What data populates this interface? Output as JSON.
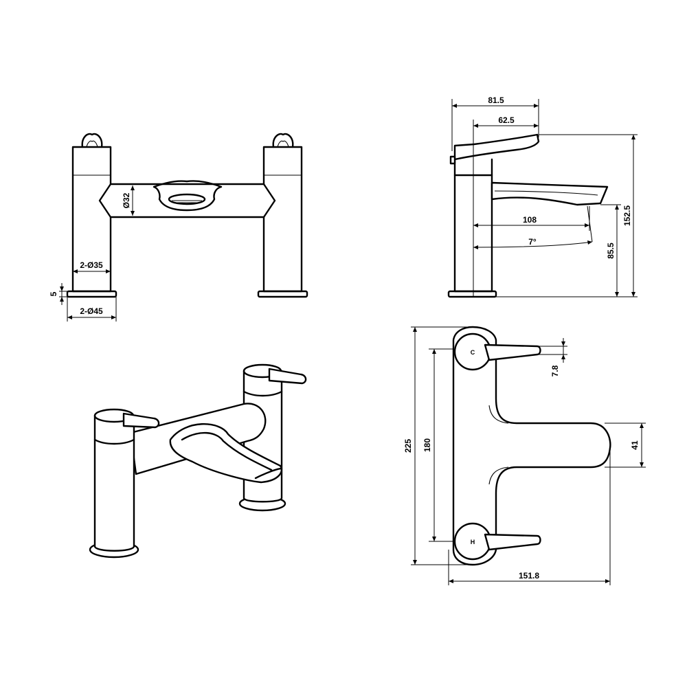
{
  "front_view": {
    "dims": {
      "body_diameter": "Ø32",
      "pillar_diameter": "2-Ø35",
      "base_diameter": "2-Ø45",
      "base_height": "5"
    }
  },
  "side_view": {
    "dims": {
      "lever_overall": "81.5",
      "lever_reach": "62.5",
      "spout_reach": "108",
      "spout_angle": "7°",
      "overall_height": "152.5",
      "spout_height": "85.5"
    }
  },
  "plan_view": {
    "dims": {
      "overall_depth": "225",
      "centres": "180",
      "handle_offset": "7.8",
      "spout_width": "41",
      "overall_width": "151.8"
    },
    "markings": {
      "cold": "C",
      "hot": "H"
    }
  },
  "colors": {
    "line": "#000000",
    "background": "#ffffff"
  }
}
